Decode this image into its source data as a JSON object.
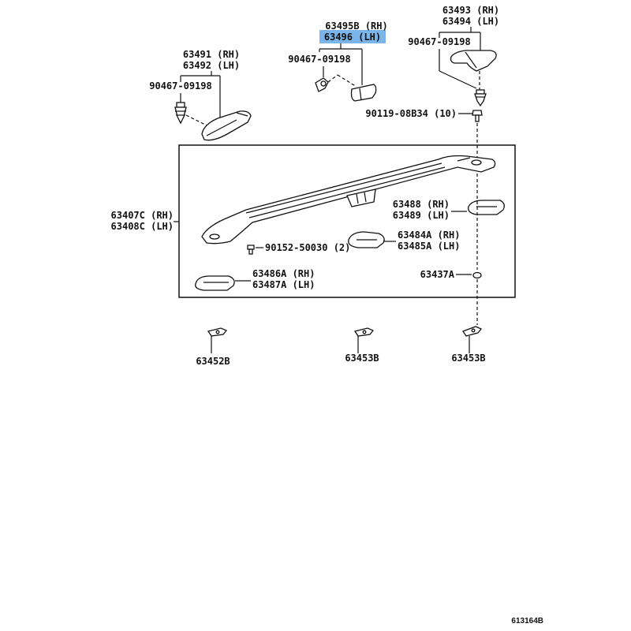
{
  "diagram_code": "613164B",
  "highlight_color": "#7ab4e8",
  "labels": {
    "p63491": "63491 (RH)",
    "p63492": "63492 (LH)",
    "p90467_left": "90467-09198",
    "p63495b": "63495B (RH)",
    "p63496": "63496 (LH)",
    "p90467_mid": "90467-09198",
    "p63493": "63493 (RH)",
    "p63494": "63494 (LH)",
    "p90467_right": "90467-09198",
    "p90119": "90119-08B34 (10)",
    "p63407c": "63407C (RH)",
    "p63408c": "63408C (LH)",
    "p63488": "63488 (RH)",
    "p63489": "63489 (LH)",
    "p90152": "90152-50030 (2)",
    "p63484a": "63484A (RH)",
    "p63485a": "63485A (LH)",
    "p63486a": "63486A (RH)",
    "p63487a": "63487A (LH)",
    "p63437a": "63437A",
    "p63452b": "63452B",
    "p63453b_mid": "63453B",
    "p63453b_right": "63453B"
  }
}
